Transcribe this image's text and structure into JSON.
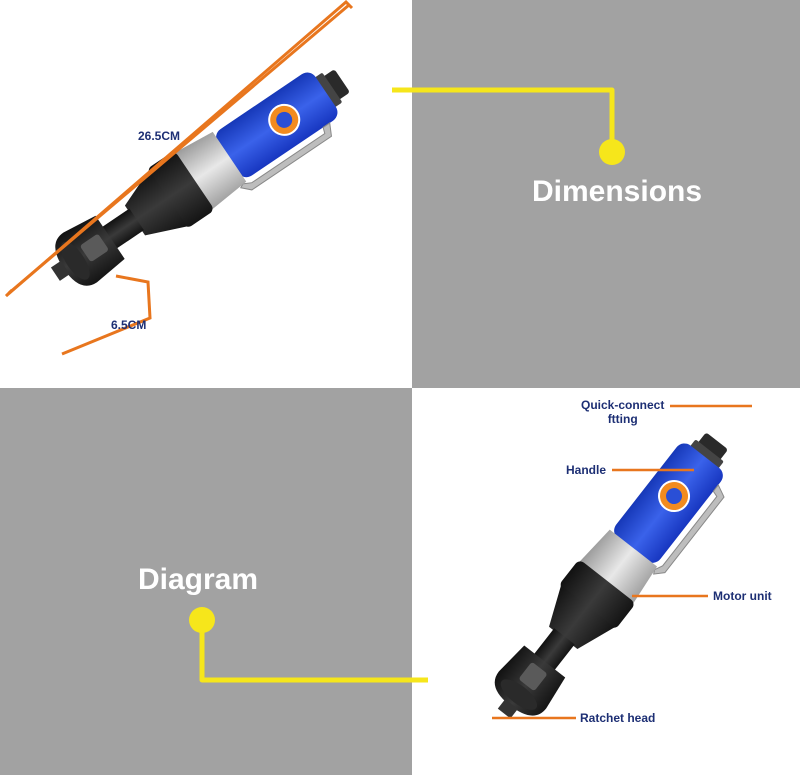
{
  "panels": {
    "dimensions": {
      "title": "Dimensions"
    },
    "diagram": {
      "title": "Diagram"
    }
  },
  "measurements": {
    "length": "26.5CM",
    "head_width": "6.5CM"
  },
  "parts": {
    "quick_connect": [
      "Quick-connect",
      "ftting"
    ],
    "handle": "Handle",
    "motor_unit": "Motor unit",
    "ratchet_head": "Ratchet head"
  },
  "colors": {
    "gray_panel": "#a2a2a2",
    "accent_yellow": "#f6e61b",
    "dimension_orange": "#e8761e",
    "label_navy": "#1d2f74",
    "tool_blue": "#1f3fd0",
    "tool_black": "#1c1c1c",
    "tool_silver": "#c9c9c9"
  }
}
